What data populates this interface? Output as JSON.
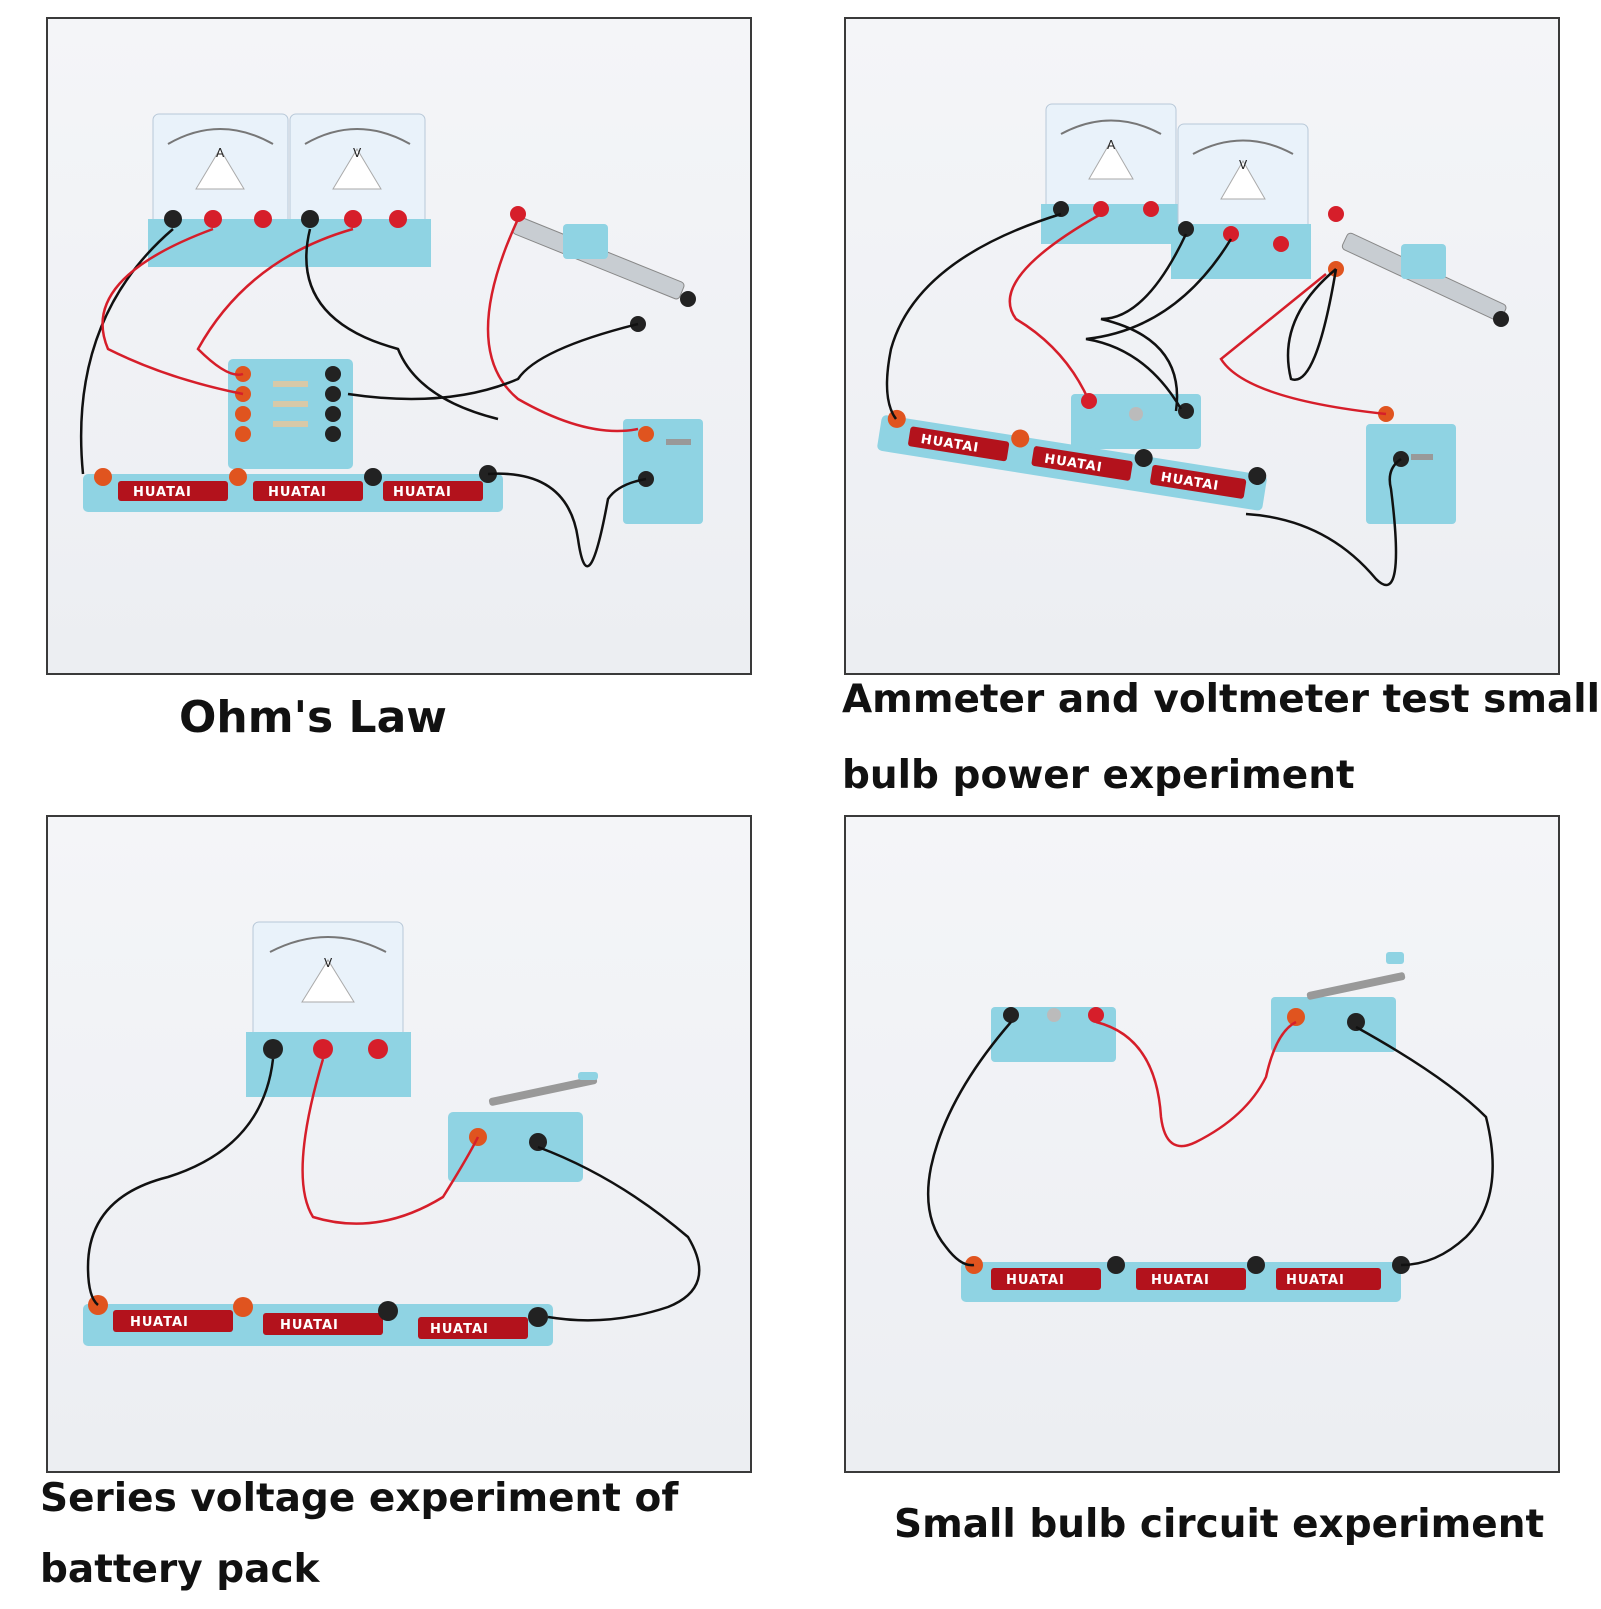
{
  "captions": {
    "ohms_law": "Ohm's Law",
    "ammeter_line1": "Ammeter and voltmeter test small",
    "ammeter_line2": "bulb power experiment",
    "series_line1": "Series voltage experiment of",
    "series_line2": "battery pack",
    "small_bulb": "Small bulb circuit experiment"
  },
  "labels": {
    "battery_brand": "HUATAI",
    "ammeter_symbol": "A",
    "voltmeter_symbol": "V"
  },
  "colors": {
    "board_blue": "#8fd3e3",
    "battery_red": "#b3121c",
    "wire_red": "#d61e2a",
    "wire_black": "#111111",
    "terminal_orange": "#e0541f"
  }
}
